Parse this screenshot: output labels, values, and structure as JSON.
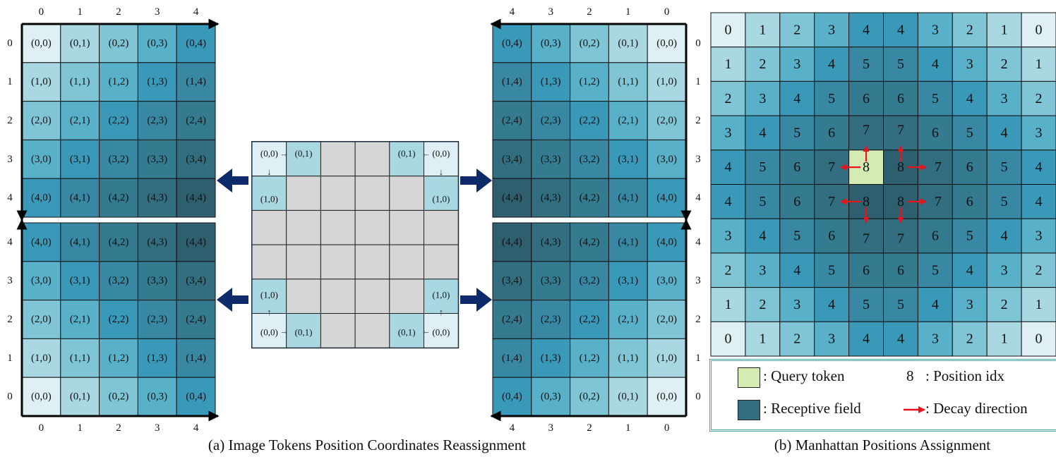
{
  "coordinate_panels": {
    "top_left": {
      "col_axis": [
        "0",
        "1",
        "2",
        "3",
        "4"
      ],
      "row_axis": [
        "0",
        "1",
        "2",
        "3",
        "4"
      ],
      "cells": [
        [
          "(0,0)",
          "(0,1)",
          "(0,2)",
          "(0,3)",
          "(0,4)"
        ],
        [
          "(1,0)",
          "(1,1)",
          "(1,2)",
          "(1,3)",
          "(1,4)"
        ],
        [
          "(2,0)",
          "(2,1)",
          "(2,2)",
          "(2,3)",
          "(2,4)"
        ],
        [
          "(3,0)",
          "(3,1)",
          "(3,2)",
          "(3,3)",
          "(3,4)"
        ],
        [
          "(4,0)",
          "(4,1)",
          "(4,2)",
          "(4,3)",
          "(4,4)"
        ]
      ],
      "levels": [
        [
          0,
          1,
          2,
          3,
          4
        ],
        [
          1,
          2,
          3,
          4,
          5
        ],
        [
          2,
          3,
          4,
          5,
          6
        ],
        [
          3,
          4,
          5,
          6,
          7
        ],
        [
          4,
          5,
          6,
          7,
          8
        ]
      ]
    },
    "bottom_left": {
      "col_axis": [
        "0",
        "1",
        "2",
        "3",
        "4"
      ],
      "row_axis": [
        "4",
        "3",
        "2",
        "1",
        "0"
      ],
      "cells": [
        [
          "(4,0)",
          "(4,1)",
          "(4,2)",
          "(4,3)",
          "(4,4)"
        ],
        [
          "(3,0)",
          "(3,1)",
          "(3,2)",
          "(3,3)",
          "(3,4)"
        ],
        [
          "(2,0)",
          "(2,1)",
          "(2,2)",
          "(2,3)",
          "(2,4)"
        ],
        [
          "(1,0)",
          "(1,1)",
          "(1,2)",
          "(1,3)",
          "(1,4)"
        ],
        [
          "(0,0)",
          "(0,1)",
          "(0,2)",
          "(0,3)",
          "(0,4)"
        ]
      ],
      "levels": [
        [
          4,
          5,
          6,
          7,
          8
        ],
        [
          3,
          4,
          5,
          6,
          7
        ],
        [
          2,
          3,
          4,
          5,
          6
        ],
        [
          1,
          2,
          3,
          4,
          5
        ],
        [
          0,
          1,
          2,
          3,
          4
        ]
      ]
    },
    "top_right": {
      "col_axis": [
        "4",
        "3",
        "2",
        "1",
        "0"
      ],
      "row_axis": [
        "0",
        "1",
        "2",
        "3",
        "4"
      ],
      "cells": [
        [
          "(0,4)",
          "(0,3)",
          "(0,2)",
          "(0,1)",
          "(0,0)"
        ],
        [
          "(1,4)",
          "(1,3)",
          "(1,2)",
          "(1,1)",
          "(1,0)"
        ],
        [
          "(2,4)",
          "(2,3)",
          "(2,2)",
          "(2,1)",
          "(2,0)"
        ],
        [
          "(3,4)",
          "(3,3)",
          "(3,2)",
          "(3,1)",
          "(3,0)"
        ],
        [
          "(4,4)",
          "(4,3)",
          "(4,2)",
          "(4,1)",
          "(4,0)"
        ]
      ],
      "levels": [
        [
          4,
          3,
          2,
          1,
          0
        ],
        [
          5,
          4,
          3,
          2,
          1
        ],
        [
          6,
          5,
          4,
          3,
          2
        ],
        [
          7,
          6,
          5,
          4,
          3
        ],
        [
          8,
          7,
          6,
          5,
          4
        ]
      ]
    },
    "bottom_right": {
      "col_axis": [
        "4",
        "3",
        "2",
        "1",
        "0"
      ],
      "row_axis": [
        "4",
        "3",
        "2",
        "1",
        "0"
      ],
      "cells": [
        [
          "(4,4)",
          "(4,3)",
          "(4,2)",
          "(4,1)",
          "(4,0)"
        ],
        [
          "(3,4)",
          "(3,3)",
          "(3,2)",
          "(3,1)",
          "(3,0)"
        ],
        [
          "(2,4)",
          "(2,3)",
          "(2,2)",
          "(2,1)",
          "(2,0)"
        ],
        [
          "(1,4)",
          "(1,3)",
          "(1,2)",
          "(1,1)",
          "(1,0)"
        ],
        [
          "(0,4)",
          "(0,3)",
          "(0,2)",
          "(0,1)",
          "(0,0)"
        ]
      ],
      "levels": [
        [
          8,
          7,
          6,
          5,
          4
        ],
        [
          7,
          6,
          5,
          4,
          3
        ],
        [
          6,
          5,
          4,
          3,
          2
        ],
        [
          5,
          4,
          3,
          2,
          1
        ],
        [
          4,
          3,
          2,
          1,
          0
        ]
      ]
    }
  },
  "center_grid": {
    "rows": 6,
    "cols": 6,
    "labels": [
      {
        "row": 0,
        "col": 0,
        "text": "(0,0)"
      },
      {
        "row": 0,
        "col": 1,
        "text": "(0,1)"
      },
      {
        "row": 1,
        "col": 0,
        "text": "(1,0)"
      },
      {
        "row": 0,
        "col": 4,
        "text": "(0,1)"
      },
      {
        "row": 0,
        "col": 5,
        "text": "(0,0)"
      },
      {
        "row": 1,
        "col": 5,
        "text": "(1,0)"
      },
      {
        "row": 4,
        "col": 0,
        "text": "(1,0)"
      },
      {
        "row": 5,
        "col": 0,
        "text": "(0,0)"
      },
      {
        "row": 5,
        "col": 1,
        "text": "(0,1)"
      },
      {
        "row": 4,
        "col": 5,
        "text": "(1,0)"
      },
      {
        "row": 5,
        "col": 5,
        "text": "(0,0)"
      },
      {
        "row": 5,
        "col": 4,
        "text": "(0,1)"
      }
    ],
    "arrow_glyphs": [
      "→",
      "↓",
      "←",
      "↑"
    ]
  },
  "manhattan_grid": {
    "values": [
      [
        0,
        1,
        2,
        3,
        4,
        4,
        3,
        2,
        1,
        0
      ],
      [
        1,
        2,
        3,
        4,
        5,
        5,
        4,
        3,
        2,
        1
      ],
      [
        2,
        3,
        4,
        5,
        6,
        6,
        5,
        4,
        3,
        2
      ],
      [
        3,
        4,
        5,
        6,
        7,
        7,
        6,
        5,
        4,
        3
      ],
      [
        4,
        5,
        6,
        7,
        8,
        8,
        7,
        6,
        5,
        4
      ],
      [
        4,
        5,
        6,
        7,
        8,
        8,
        7,
        6,
        5,
        4
      ],
      [
        3,
        4,
        5,
        6,
        7,
        7,
        6,
        5,
        4,
        3
      ],
      [
        2,
        3,
        4,
        5,
        6,
        6,
        5,
        4,
        3,
        2
      ],
      [
        1,
        2,
        3,
        4,
        5,
        5,
        4,
        3,
        2,
        1
      ],
      [
        0,
        1,
        2,
        3,
        4,
        4,
        3,
        2,
        1,
        0
      ]
    ],
    "query_cell": [
      4,
      4
    ]
  },
  "legend": {
    "query_token": ": Query token",
    "position_idx_symbol": "8",
    "position_idx": ": Position idx",
    "receptive_field": ": Receptive field",
    "decay_direction": ": Decay direction"
  },
  "captions": {
    "a": "(a) Image Tokens Position Coordinates Reassignment",
    "b": "(b) Manhattan Positions Assignment"
  },
  "colors": {
    "palette": [
      "#dff0f4",
      "#a9d8e3",
      "#7fc5d6",
      "#58b1c9",
      "#3a98b9",
      "#3888a3",
      "#357b90",
      "#326e80",
      "#2e5f6e"
    ],
    "query": "#d4ecb4",
    "center_fill": "#d6d6d6",
    "center_corner_light": "#dff0f4",
    "center_corner_mid": "#a9d8e3",
    "nav_arrow": "#0d2a6b",
    "decay_arrow": "#e8141a",
    "grid_line": "#111111"
  }
}
